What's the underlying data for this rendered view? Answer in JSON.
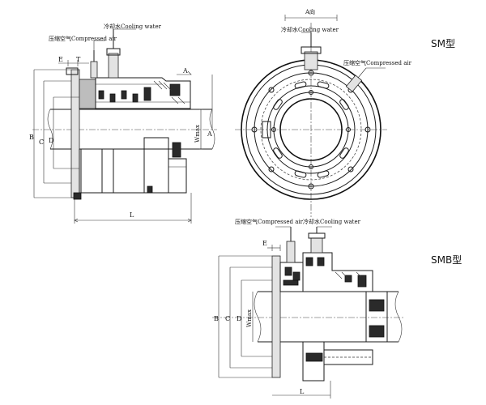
{
  "models": {
    "sm": "SM型",
    "smb": "SMB型"
  },
  "callouts": {
    "cooling_water": "冷却水Cooling water",
    "compressed_air": "压缩空气Compressed air",
    "view_arrow": "A向"
  },
  "dimensions": {
    "b": "B",
    "c": "C",
    "d": "D",
    "e": "E",
    "t": "T",
    "l": "L",
    "wmax": "Wmax",
    "a": "A"
  }
}
